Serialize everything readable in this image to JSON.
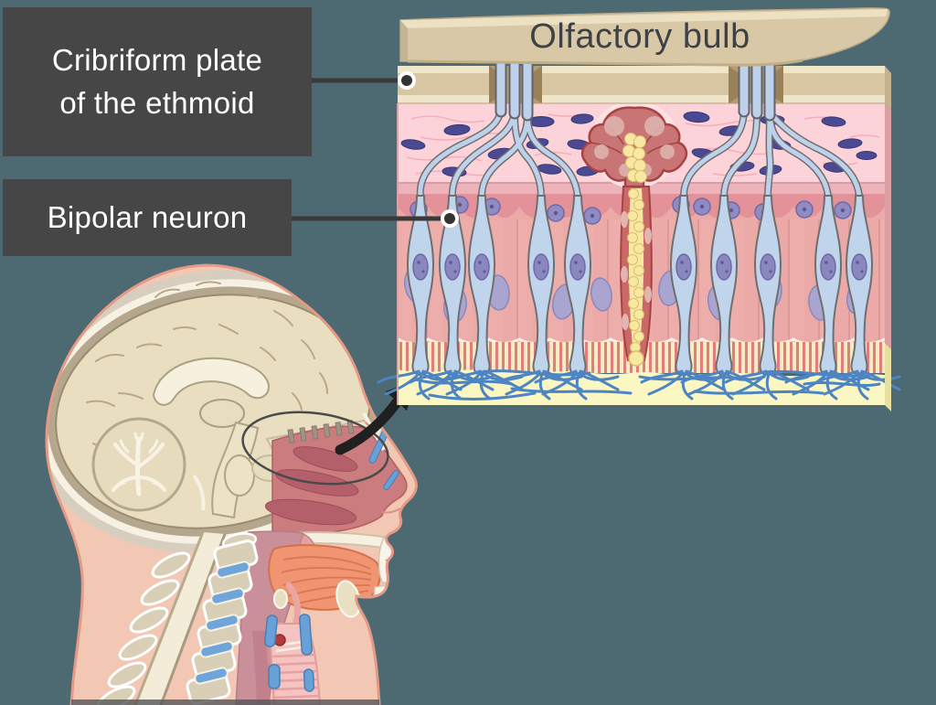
{
  "background_color": "#4d6972",
  "callouts": {
    "cribriform": {
      "line1": "Cribriform plate",
      "line2": "of the ethmoid"
    },
    "bipolar": {
      "label": "Bipolar neuron"
    }
  },
  "panel": {
    "olfactory_bulb_label": "Olfactory bulb"
  },
  "colors": {
    "background": "#4d6972",
    "label_box": "#464646",
    "label_text": "#ffffff",
    "leader_line": "#3a3a3a",
    "bone_plate_tan": "#d9c8a6",
    "cribriform_hole_brown": "#9a8157",
    "axon_blue": "#bdd2ea",
    "lamina_pink": "#fcd3d9",
    "epithelium_pink": "#eba9a8",
    "lamina_nucleus_purple": "#4a4991",
    "cell_nucleus_lavender": "#aaa4d1",
    "mucus_yellow": "#fbf7c3",
    "cilia_blue": "#4d85c4",
    "gland_red": "#c97575",
    "gland_lumen_yellow": "#f9e8a0",
    "skin_peach": "#f2c7b3",
    "brain_cream": "#e9dfc0",
    "skull_gray": "#d8cec0",
    "disc_blue": "#70a5da",
    "tongue_orange": "#f09471",
    "nasal_cavity_rose": "#ca7c7e",
    "arrow_black": "#202020"
  }
}
